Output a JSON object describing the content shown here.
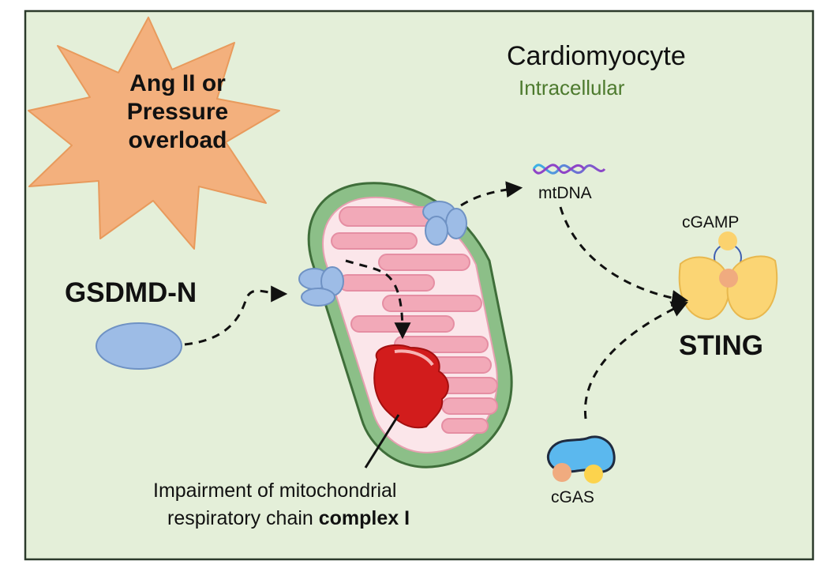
{
  "title": "Cardiomyocyte",
  "subtitle": "Intracellular",
  "stimulus": {
    "line1": "Ang II or",
    "line2": "Pressure",
    "line3": "overload"
  },
  "labels": {
    "gsdmd": "GSDMD-N",
    "mtdna": "mtDNA",
    "cgamp": "cGAMP",
    "sting": "STING",
    "cgas": "cGAS"
  },
  "impairment": {
    "line1": "Impairment of mitochondrial",
    "line2_prefix": "respiratory chain ",
    "line2_bold": "complex I"
  },
  "colors": {
    "cell_fill": "#e4efd9",
    "cell_border": "#2b3a2b",
    "burst": "#f3b07d",
    "pore": "#9dbce6",
    "mito_outer": "#8cbf88",
    "mito_inner": "#f2a9b8",
    "damage": "#d21c1c",
    "sting": "#fbd574",
    "cgas": "#5bb8ee"
  }
}
